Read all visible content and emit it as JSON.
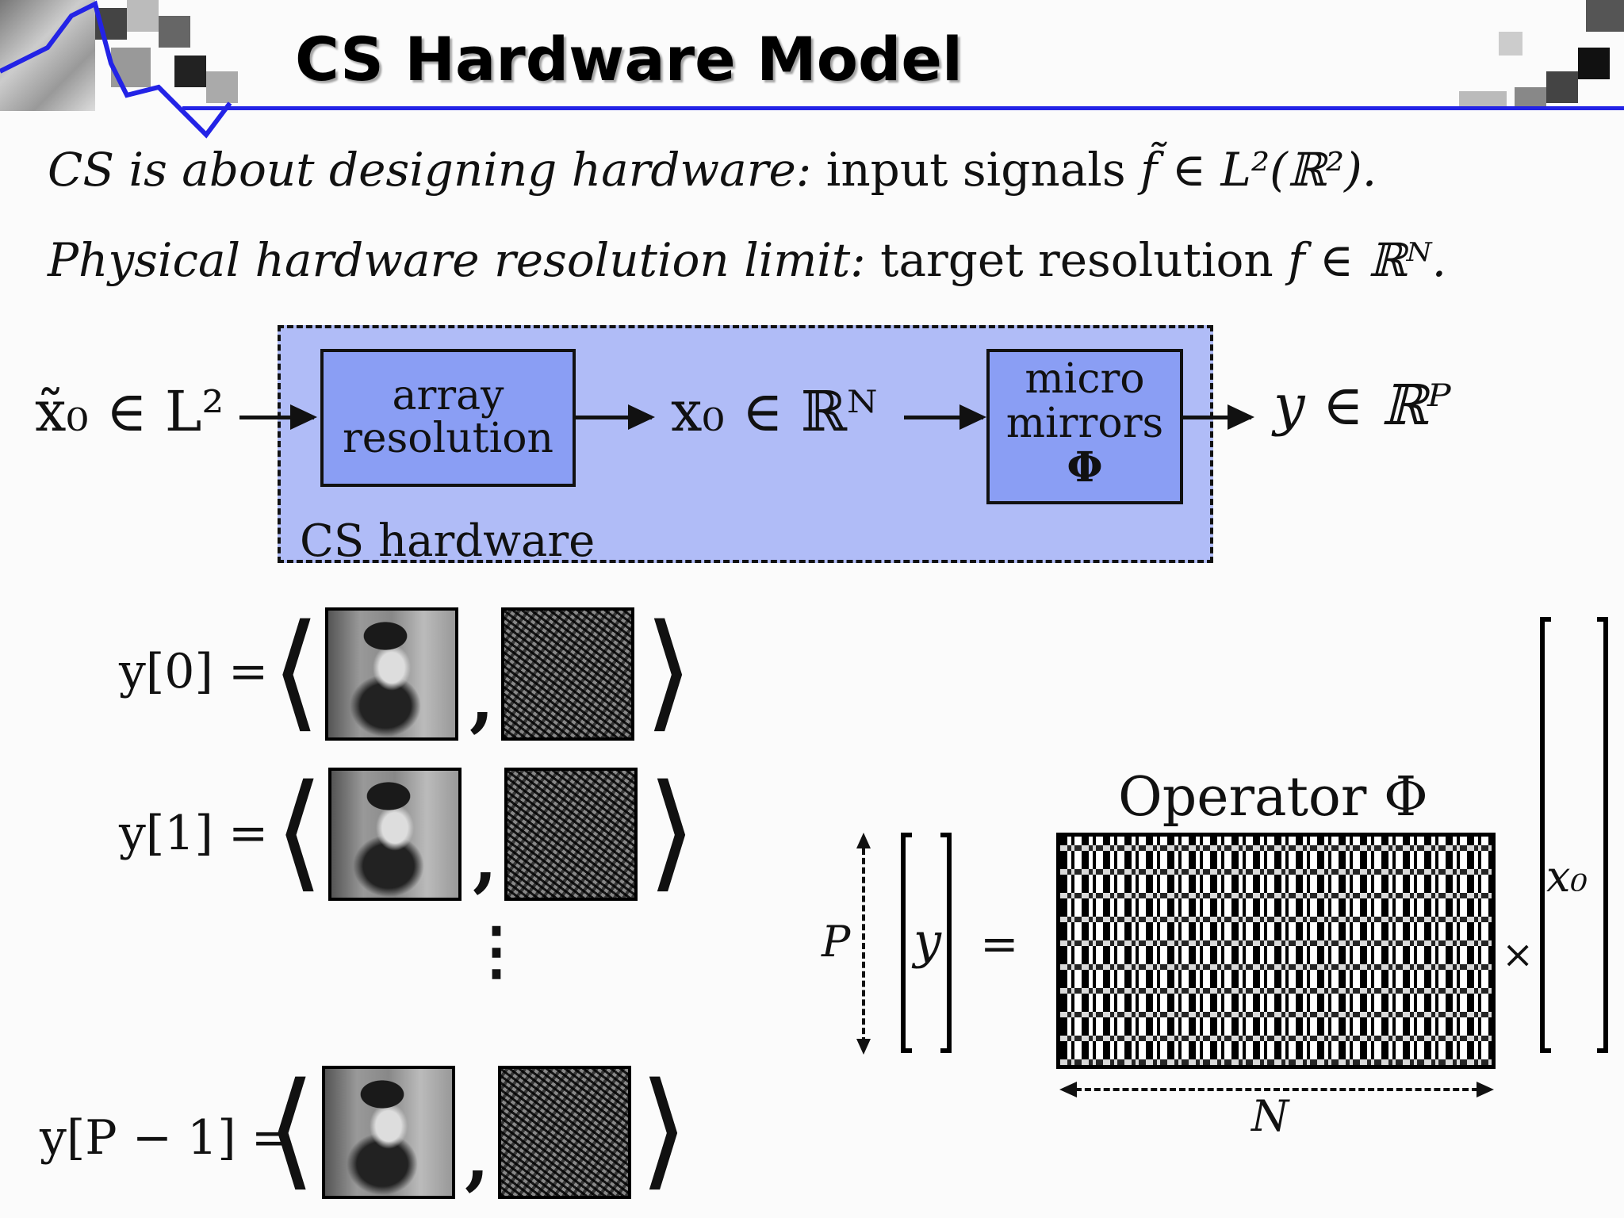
{
  "slide": {
    "title": "CS Hardware Model",
    "line1": {
      "italic": "CS is about designing hardware:",
      "text": "input signals",
      "math": "f̃ ∈ L²(ℝ²)."
    },
    "line2": {
      "italic": "Physical hardware resolution limit:",
      "text": "target resolution",
      "math": "f ∈ ℝᴺ."
    }
  },
  "pipeline": {
    "input": "x̃₀ ∈ L²",
    "block1": [
      "array",
      "resolution"
    ],
    "middle": "x₀ ∈ ℝᴺ",
    "block2": [
      "micro",
      "mirrors",
      "Φ"
    ],
    "output": "y ∈ ℝᴾ",
    "box_label": "CS hardware",
    "colors": {
      "box_fill": "#b0bcf7",
      "block_fill": "#8a9ef4"
    }
  },
  "inner_products": {
    "rows": [
      {
        "label": "y[0] ="
      },
      {
        "label": "y[1] ="
      },
      {
        "label": "y[P − 1] ="
      }
    ],
    "ellipsis": "⋮",
    "comma": ","
  },
  "matrix_equation": {
    "operator_label": "Operator Φ",
    "rows_label": "P",
    "cols_label": "N",
    "lhs": "y",
    "equals": "=",
    "times": "×",
    "rhs": "x₀"
  }
}
